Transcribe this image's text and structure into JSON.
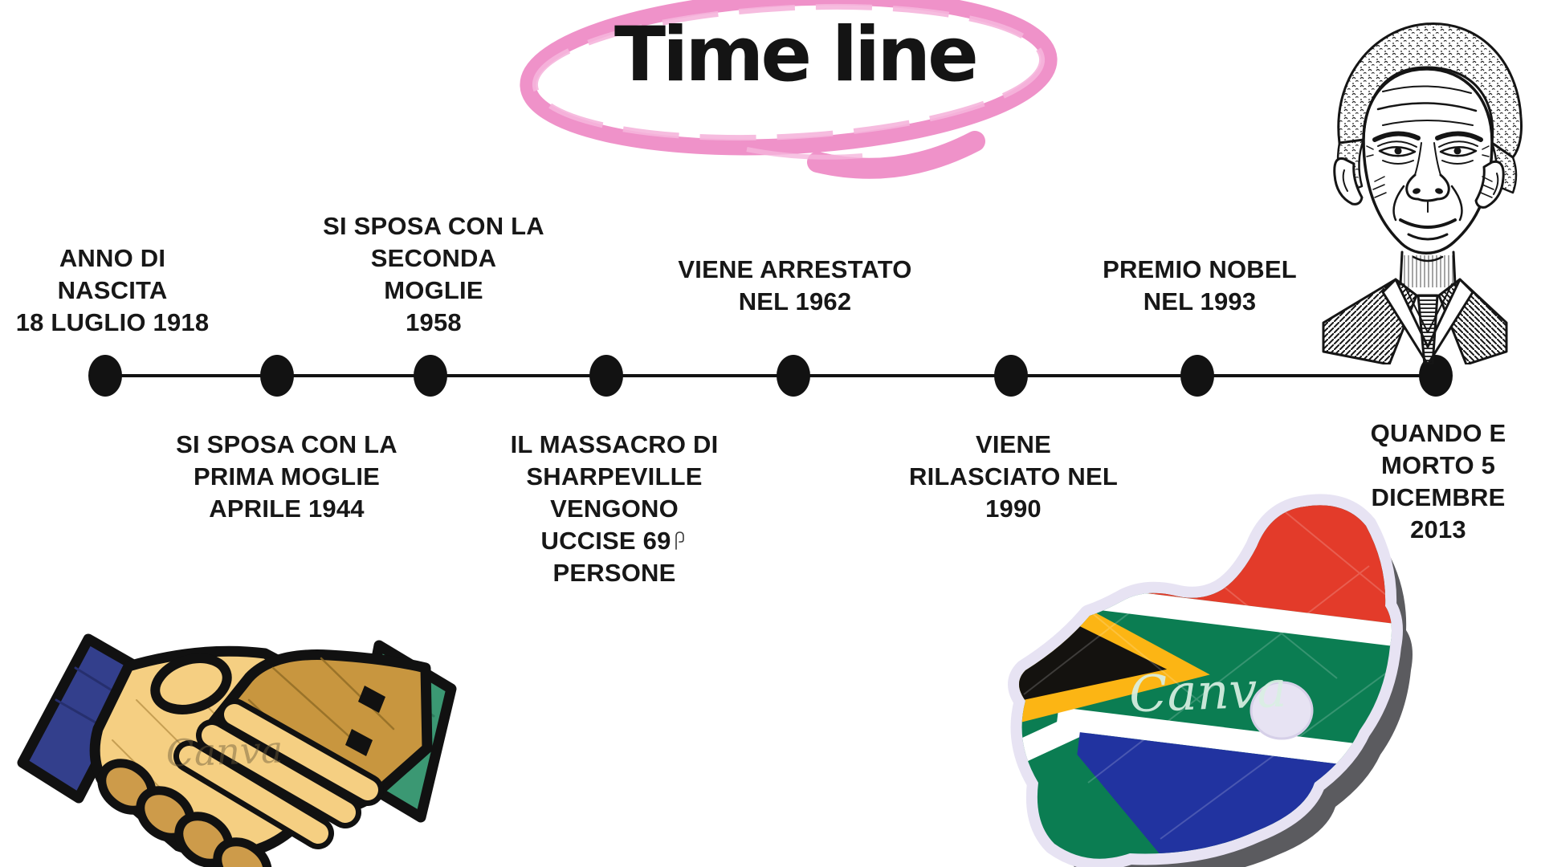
{
  "page": {
    "background": "#ffffff",
    "type": "timeline-infographic",
    "subject": "Nelson Mandela"
  },
  "title": {
    "text": "Time line",
    "text_color": "#141414",
    "circle_color": "#ef92c9",
    "circle_shape": "hand-drawn-oval"
  },
  "timeline": {
    "line_color": "#121212",
    "dot_color": "#121212",
    "dot_count": 8,
    "events": [
      {
        "id": "birth",
        "side": "above",
        "lines": [
          "ANNO DI",
          "NASCITA",
          "18 LUGLIO 1918"
        ]
      },
      {
        "id": "first-marriage",
        "side": "below",
        "lines": [
          "SI SPOSA CON LA",
          "PRIMA MOGLIE",
          "APRILE 1944"
        ]
      },
      {
        "id": "second-marriage",
        "side": "above",
        "lines": [
          "SI SPOSA CON LA",
          "SECONDA",
          "MOGLIE",
          "1958"
        ]
      },
      {
        "id": "sharpeville",
        "side": "below",
        "lines": [
          "IL MASSACRO DI",
          "SHARPEVILLE",
          "VENGONO",
          "UCCISE 69",
          "PERSONE"
        ]
      },
      {
        "id": "arrest",
        "side": "above",
        "lines": [
          "VIENE ARRESTATO",
          "NEL 1962"
        ]
      },
      {
        "id": "release",
        "side": "below",
        "lines": [
          "VIENE",
          "RILASCIATO NEL",
          "1990"
        ]
      },
      {
        "id": "nobel",
        "side": "above",
        "lines": [
          "PREMIO NOBEL",
          "NEL 1993"
        ]
      },
      {
        "id": "death",
        "side": "below",
        "lines": [
          "QUANDO E",
          "MORTO 5",
          "DICEMBRE",
          "2013"
        ]
      }
    ]
  },
  "illustrations": {
    "mandela_portrait": {
      "name": "nelson-mandela-portrait",
      "style": "black-and-white line art"
    },
    "handshake": {
      "name": "handshake-illustration",
      "watermark": "Canva",
      "colors": {
        "left_sleeve": "#333f8c",
        "left_hand": "#f5cf82",
        "right_hand": "#c8963f",
        "right_sleeve": "#3b9873",
        "outline": "#111111"
      }
    },
    "south_africa_map": {
      "name": "south-africa-flag-map",
      "watermark": "Canva",
      "colors": {
        "red": "#e33b2a",
        "green": "#0b7d52",
        "blue": "#2133a0",
        "yellow": "#fcb514",
        "black": "#14120f",
        "white": "#ffffff",
        "sticker_edge": "#e7e3f3",
        "shadow": "#5b5b5f"
      }
    }
  }
}
